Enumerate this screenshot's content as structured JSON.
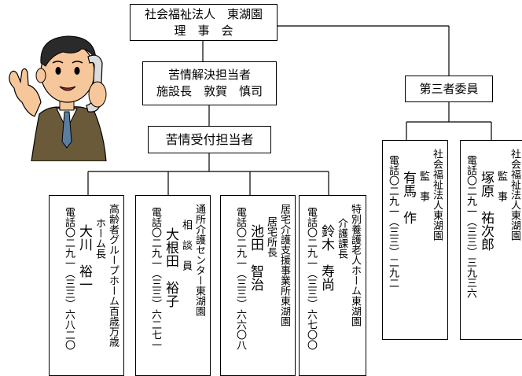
{
  "board": {
    "line1": "社会福祉法人　東湖園",
    "line2": "理　事　会"
  },
  "resolver": {
    "role": "苦情解決担当者",
    "person": "施設長　敦賀　慎司"
  },
  "committee": {
    "label": "第三者委員"
  },
  "receiver": {
    "label": "苦情受付担当者"
  },
  "committee_members": [
    {
      "org": "社会福祉法人東湖園",
      "title": "監　事",
      "name": "有馬　作",
      "tel": "電話〇二九一（三三）二九二"
    },
    {
      "org": "社会福祉法人東湖園",
      "title": "監　事",
      "name": "塚原　祐次郎",
      "tel": "電話〇二九一（三三）三九三六"
    }
  ],
  "facilities": [
    {
      "org": "高齢者グループホーム百歳万歳",
      "title": "ホーム長",
      "name": "大川　裕一",
      "tel": "電話〇二九一（三三）六八二〇"
    },
    {
      "org": "通所介護センター東湖園",
      "title": "相　談　員",
      "name": "大根田　裕子",
      "tel": "電話〇二九一（三三）六二七一"
    },
    {
      "org": "居宅介護支援事業所東湖園",
      "title": "居宅所長",
      "name": "池田　智治",
      "tel": "電話〇二九一（三三）六六〇八"
    },
    {
      "org": "特別養護老人ホーム東湖園",
      "title": "介護課長",
      "name": "鈴木　寿尚",
      "tel": "電話〇二九一（三三）六七〇〇"
    }
  ],
  "colors": {
    "line": "#000000",
    "skin": "#f6c79a",
    "hair": "#2a2a2a",
    "shirt": "#ffffff",
    "tie": "#5a7ea0",
    "jacket": "#6b5a3a"
  }
}
